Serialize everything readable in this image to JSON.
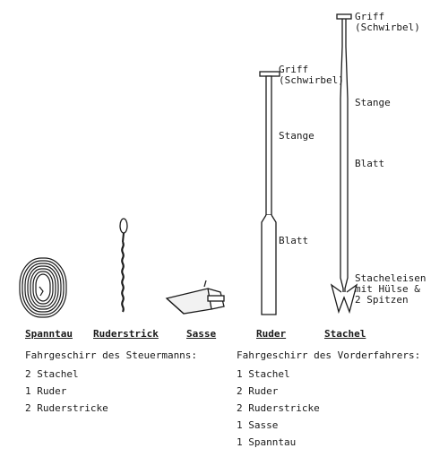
{
  "items": {
    "spanntau": "Spanntau",
    "ruderstrick": "Ruderstrick",
    "sasse": "Sasse",
    "ruder": "Ruder",
    "stachel": "Stachel"
  },
  "ruder_labels": {
    "griff_1": "Griff",
    "griff_2": "(Schwirbel)",
    "stange": "Stange",
    "blatt": "Blatt"
  },
  "stachel_labels": {
    "griff_1": "Griff",
    "griff_2": "(Schwirbel)",
    "stange": "Stange",
    "blatt": "Blatt",
    "stacheleisen_1": "Stacheleisen",
    "stacheleisen_2": "mit Hülse &",
    "stacheleisen_3": "2 Spitzen"
  },
  "steuermann": {
    "title": "Fahrgeschirr des Steuermanns:",
    "items": [
      "2 Stachel",
      "1 Ruder",
      "2 Ruderstricke"
    ]
  },
  "vorderfahrer": {
    "title": "Fahrgeschirr des Vorderfahrers:",
    "items": [
      "1 Stachel",
      "2 Ruder",
      "2 Ruderstricke",
      "1 Sasse",
      "1 Spanntau"
    ]
  }
}
